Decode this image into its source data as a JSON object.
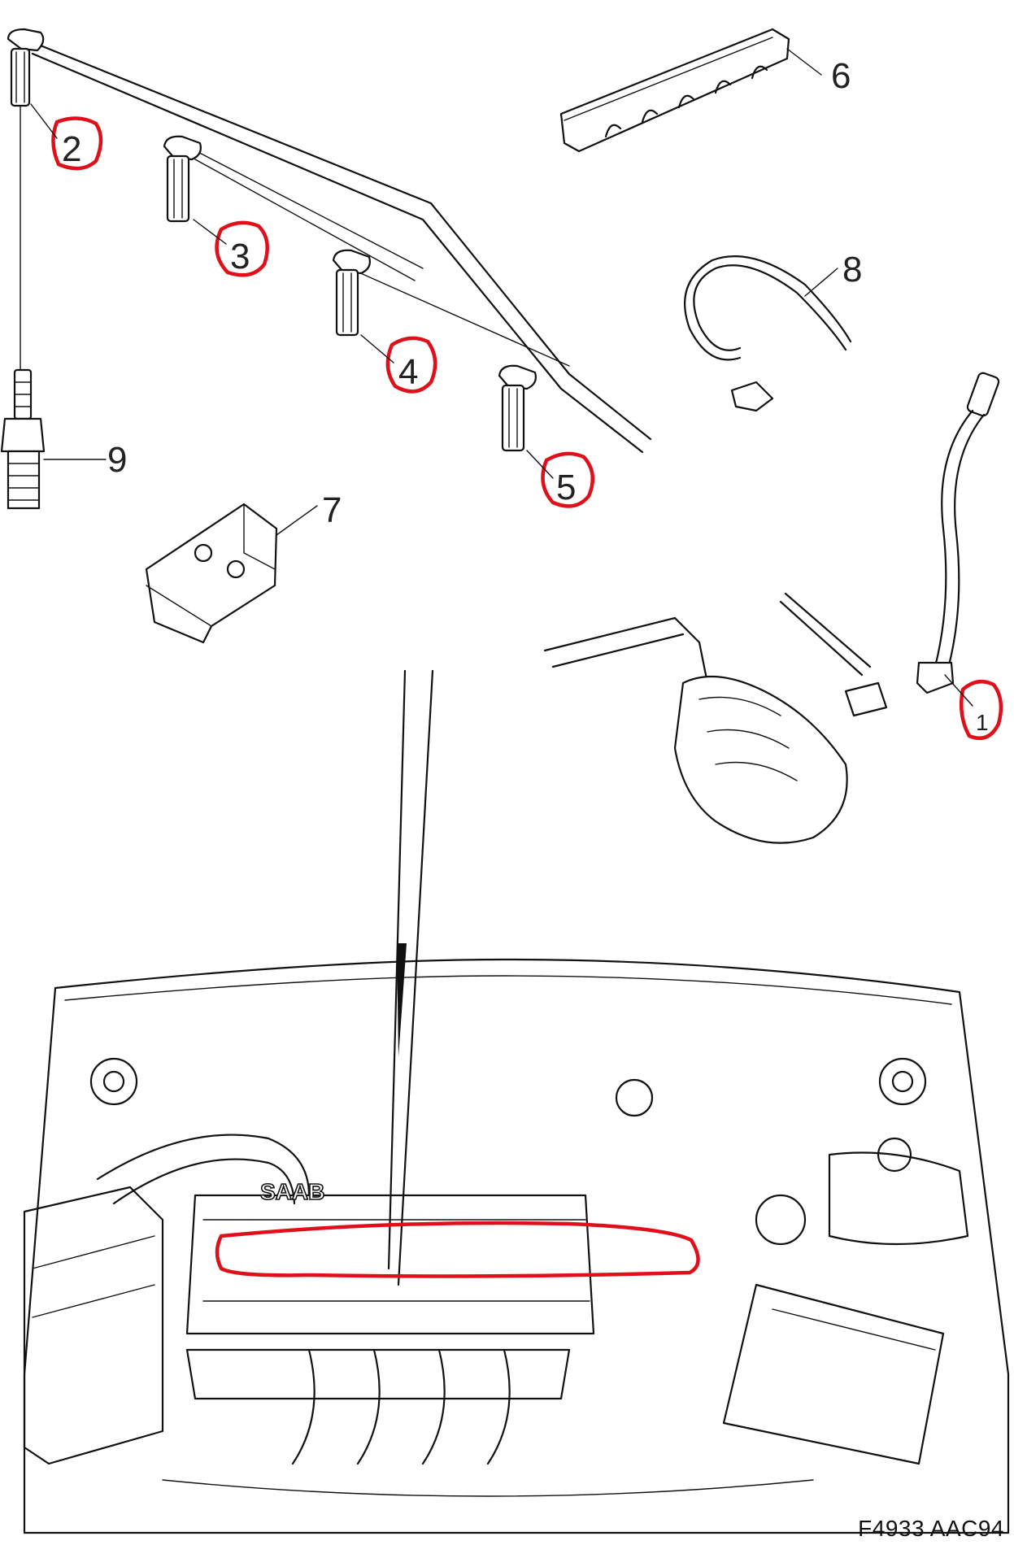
{
  "diagram": {
    "callouts": [
      {
        "id": "2",
        "label": "2"
      },
      {
        "id": "3",
        "label": "3"
      },
      {
        "id": "4",
        "label": "4"
      },
      {
        "id": "5",
        "label": "5"
      },
      {
        "id": "6",
        "label": "6"
      },
      {
        "id": "7",
        "label": "7"
      },
      {
        "id": "8",
        "label": "8"
      },
      {
        "id": "9",
        "label": "9"
      },
      {
        "id": "1",
        "label": "1"
      }
    ],
    "caption": "F4933 AAC94",
    "colors": {
      "line": "#111111",
      "highlight": "#e0101a",
      "background": "#ffffff"
    }
  }
}
